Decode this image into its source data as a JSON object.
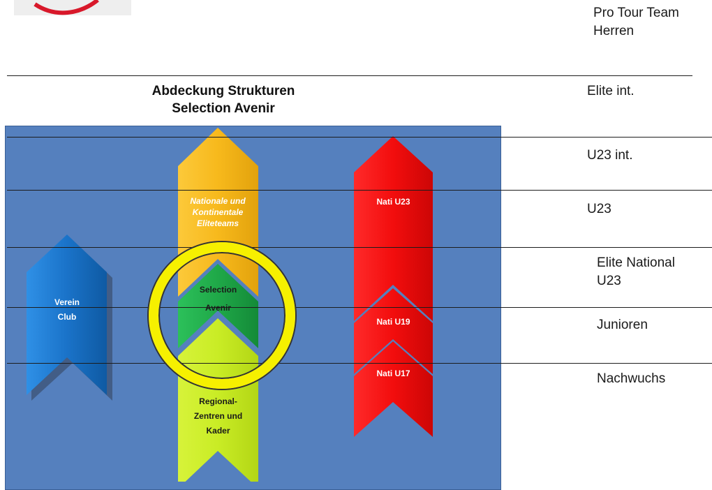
{
  "diagram": {
    "title_line1": "Abdeckung Strukturen",
    "title_line2": "Selection Avenir"
  },
  "levels": [
    {
      "label_line1": "Pro Tour Team",
      "label_line2": "Herren"
    },
    {
      "label_line1": "Elite int.",
      "label_line2": ""
    },
    {
      "label_line1": "U23 int.",
      "label_line2": ""
    },
    {
      "label_line1": "U23",
      "label_line2": ""
    },
    {
      "label_line1": "Elite National",
      "label_line2": "U23"
    },
    {
      "label_line1": "Junioren",
      "label_line2": ""
    },
    {
      "label_line1": "Nachwuchs",
      "label_line2": ""
    }
  ],
  "arrows": {
    "verein": {
      "line1": "Verein",
      "line2": "Club",
      "color": "#1a73c9"
    },
    "national": {
      "line1": "Nationale und",
      "line2": "Kontinentale",
      "line3": "Eliteteams",
      "color": "#f7b91c"
    },
    "selection": {
      "line1": "Selection",
      "line2": "Avenir",
      "color": "#1fa848"
    },
    "regional": {
      "line1": "Regional-",
      "line2": "Zentren und",
      "line3": "Kader",
      "color": "#c9ec25"
    },
    "nati_u23": {
      "label": "Nati U23",
      "color": "#f20d0d"
    },
    "nati_u19": {
      "label": "Nati U19",
      "color": "#f20d0d"
    },
    "nati_u17": {
      "label": "Nati U17",
      "color": "#f20d0d"
    }
  },
  "colors": {
    "panel": "#5580be",
    "ring": "#f6f000",
    "logo_swoosh": "#d8182a"
  }
}
